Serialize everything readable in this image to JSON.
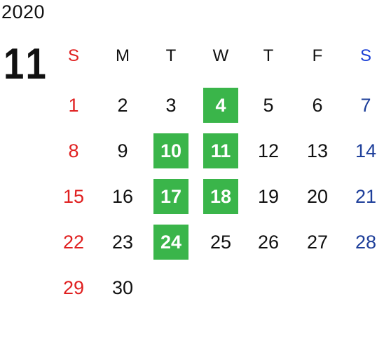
{
  "calendar": {
    "year": "2020",
    "month": "11",
    "colors": {
      "sunday": "#e02020",
      "saturday": "#1e3f9a",
      "saturday_header": "#1a3fd6",
      "weekday": "#111111",
      "highlight": "#3ab54a"
    },
    "weekdays": [
      "S",
      "M",
      "T",
      "W",
      "T",
      "F",
      "S"
    ],
    "weeks": [
      [
        "1",
        "2",
        "3",
        "4",
        "5",
        "6",
        "7"
      ],
      [
        "8",
        "9",
        "10",
        "11",
        "12",
        "13",
        "14"
      ],
      [
        "15",
        "16",
        "17",
        "18",
        "19",
        "20",
        "21"
      ],
      [
        "22",
        "23",
        "24",
        "25",
        "26",
        "27",
        "28"
      ],
      [
        "29",
        "30",
        "",
        "",
        "",
        "",
        ""
      ]
    ],
    "highlighted_days": [
      "4",
      "10",
      "11",
      "17",
      "18",
      "24"
    ]
  }
}
